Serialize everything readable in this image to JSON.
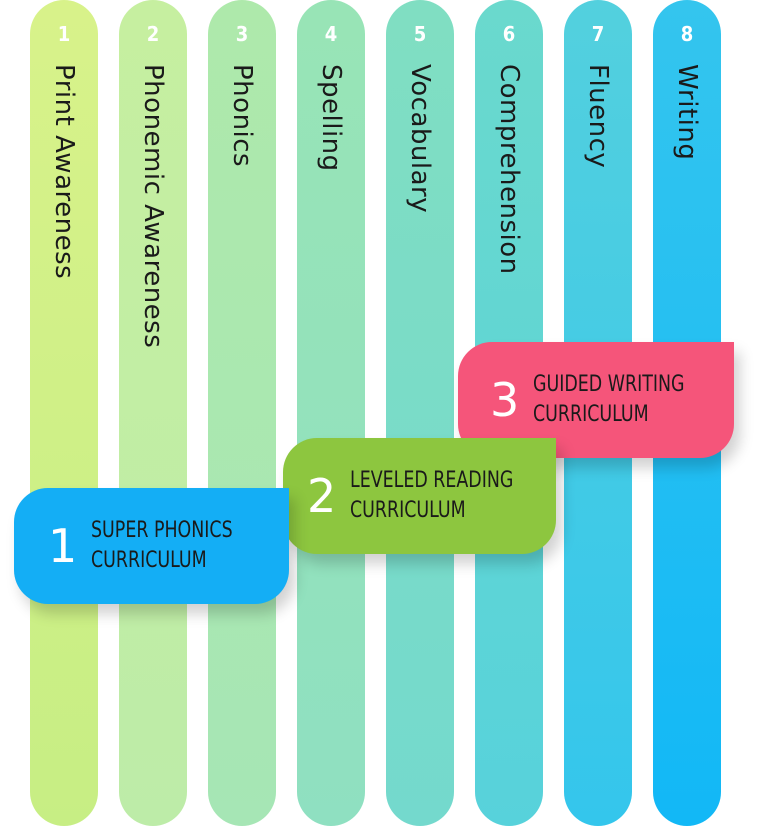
{
  "pillars": [
    {
      "number": "1",
      "label": "Print Awareness",
      "color_top": "#d8f28a",
      "color_bottom": "#c7ee84"
    },
    {
      "number": "2",
      "label": "Phonemic  Awareness",
      "color_top": "#c6efa0",
      "color_bottom": "#bdeca8"
    },
    {
      "number": "3",
      "label": "Phonics",
      "color_top": "#aee9ab",
      "color_bottom": "#a6e6b5"
    },
    {
      "number": "4",
      "label": "Spelling",
      "color_top": "#98e4b6",
      "color_bottom": "#8fe0c1"
    },
    {
      "number": "5",
      "label": "Vocabulary",
      "color_top": "#80dec2",
      "color_bottom": "#74d9cd"
    },
    {
      "number": "6",
      "label": "Comprehension",
      "color_top": "#6ad9cd",
      "color_bottom": "#57d2db"
    },
    {
      "number": "7",
      "label": "Fluency",
      "color_top": "#53d0de",
      "color_bottom": "#34c6ec"
    },
    {
      "number": "8",
      "label": "Writing",
      "color_top": "#34c5ee",
      "color_bottom": "#12b8f6"
    }
  ],
  "callouts": [
    {
      "number": "1",
      "line1": "SUPER PHONICS",
      "line2": "CURRICULUM",
      "color": "#14aef5"
    },
    {
      "number": "2",
      "line1": "LEVELED READING",
      "line2": "CURRICULUM",
      "color": "#8dc63f"
    },
    {
      "number": "3",
      "line1": "GUIDED WRITING",
      "line2": "CURRICULUM",
      "color": "#f5557a"
    }
  ]
}
